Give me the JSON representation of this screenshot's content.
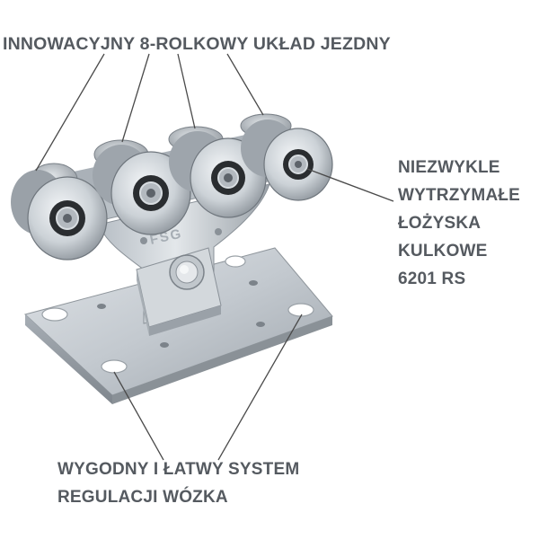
{
  "annotations": {
    "top": {
      "text": "INNOWACYJNY 8-ROLKOWY UKŁAD JEZDNY"
    },
    "right": {
      "lines": [
        "NIEZWYKLE",
        "WYTRZYMAŁE",
        "ŁOŻYSKA",
        "KULKOWE",
        "6201 RS"
      ]
    },
    "bottom": {
      "lines": [
        "WYGODNY I ŁATWY SYSTEM",
        "REGULACJI WÓZKA"
      ]
    }
  },
  "product": {
    "stamp": "FSG"
  },
  "colors": {
    "text": "#555a60",
    "leader": "#4a4a4a",
    "steel": "#c9ced3",
    "tire": "#2a2d30"
  }
}
